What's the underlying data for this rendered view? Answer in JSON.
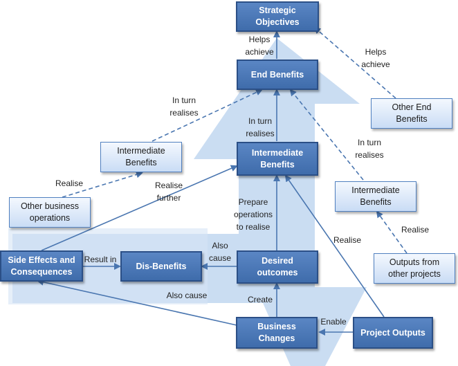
{
  "colors": {
    "dark_box": "#4a78b8",
    "light_box": "#dce8f8",
    "arrow": "#4a76b0",
    "background_arrow": "#b8d1ee"
  },
  "boxes": {
    "strategic_objectives": "Strategic\nObjectives",
    "end_benefits": "End Benefits",
    "other_end_benefits": "Other End\nBenefits",
    "intermediate_benefits_left": "Intermediate\nBenefits",
    "intermediate_benefits_center": "Intermediate\nBenefits",
    "intermediate_benefits_right": "Intermediate\nBenefits",
    "other_business_operations": "Other business\noperations",
    "side_effects": "Side Effects and\nConsequences",
    "dis_benefits": "Dis-Benefits",
    "desired_outcomes": "Desired\noutcomes",
    "outputs_other_projects": "Outputs from\nother projects",
    "business_changes": "Business\nChanges",
    "project_outputs": "Project Outputs"
  },
  "labels": {
    "helps_achieve_center": "Helps\nachieve",
    "helps_achieve_right": "Helps\nachieve",
    "in_turn_realises_left": "In turn\nrealises",
    "in_turn_realises_center": "In turn\nrealises",
    "in_turn_realises_right": "In turn\nrealises",
    "realise_left": "Realise",
    "realise_further": "Realise\nfurther",
    "prepare_operations": "Prepare\noperations\nto realise",
    "realise_center": "Realise",
    "realise_right": "Realise",
    "result_in": "Result in",
    "also_cause_upper": "Also\ncause",
    "also_cause_lower": "Also cause",
    "create": "Create",
    "enable": "Enable"
  }
}
